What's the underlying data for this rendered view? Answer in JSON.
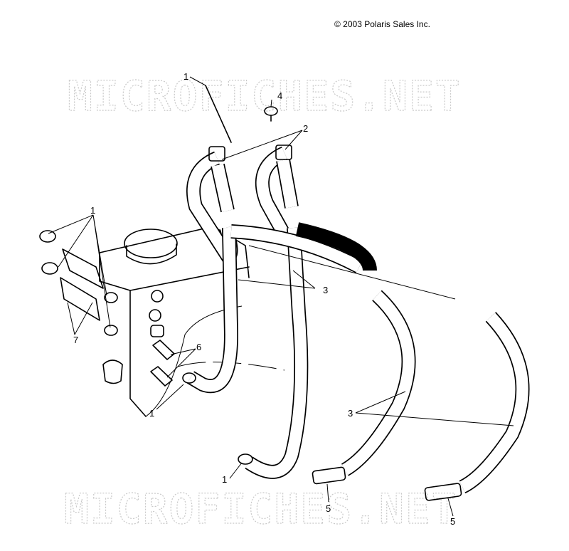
{
  "copyright": "© 2003 Polaris Sales Inc.",
  "watermarks": [
    "MICROFICHES.NET",
    "MICROFICHES.NET"
  ],
  "callouts": {
    "c1a": "1",
    "c4": "4",
    "c2": "2",
    "c1b": "1",
    "c3a": "3",
    "c7": "7",
    "c6": "6",
    "c1c": "1",
    "c3b": "3",
    "c1d": "1",
    "c5a": "5",
    "c5b": "5"
  }
}
